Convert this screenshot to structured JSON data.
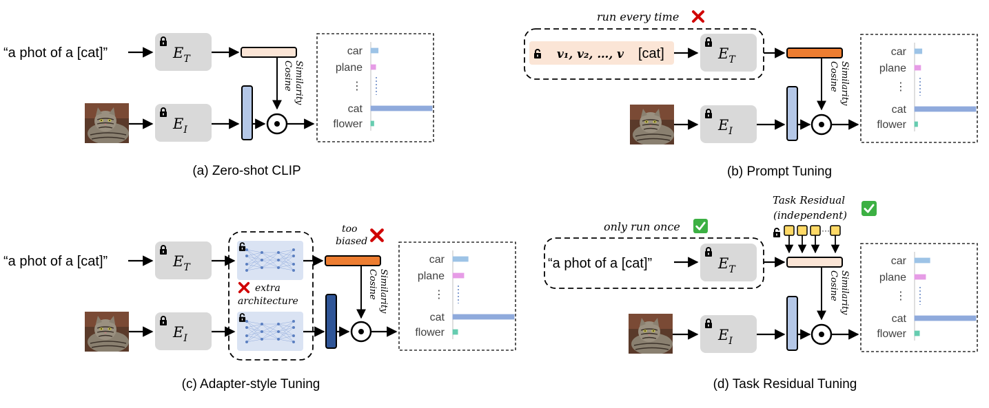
{
  "colors": {
    "encoder": "#d9d9d9",
    "feat_light": "#fbe5d6",
    "feat_orange": "#ed7d31",
    "img_feat_light": "#b4c7e7",
    "img_feat_dark": "#2f5597",
    "prompt_bg": "#fbe5d6",
    "adapter_bg": "#dae3f3",
    "residual": "#ffd966",
    "bar_car": "#9dc3e6",
    "bar_plane": "#e69ce6",
    "bar_cat": "#8faadc",
    "bar_flower": "#66ccb0",
    "cross": "#d00000",
    "check": "#3cb043"
  },
  "icons": [
    "lock-icon",
    "unlock-icon",
    "cross-icon",
    "check-icon",
    "cat-image",
    "dot-product-icon",
    "neural-network-icon"
  ],
  "panels": {
    "a": {
      "caption": "(a) Zero-shot CLIP",
      "text_input": "“a phot of a [cat]”",
      "text_encoder": "E",
      "text_encoder_sub": "T",
      "image_encoder": "E",
      "image_encoder_sub": "I",
      "cosine": "Cosine",
      "similarity": "Similarity",
      "classes": [
        "car",
        "plane",
        "⋮",
        "cat",
        "flower"
      ],
      "scores": [
        0.12,
        0.08,
        0,
        1.0,
        0.05
      ]
    },
    "b": {
      "caption": "(b) Prompt Tuning",
      "note": "run every time",
      "prompt_text": "v₁, v₂, …, v",
      "prompt_class": "[cat]",
      "text_encoder": "E",
      "text_encoder_sub": "T",
      "image_encoder": "E",
      "image_encoder_sub": "I",
      "cosine": "Cosine",
      "similarity": "Similarity",
      "classes": [
        "car",
        "plane",
        "⋮",
        "cat",
        "flower"
      ],
      "scores": [
        0.12,
        0.1,
        0,
        1.0,
        0.05
      ]
    },
    "c": {
      "caption": "(c) Adapter-style Tuning",
      "text_input": "“a phot of a [cat]”",
      "note_line1": "too",
      "note_line2": "biased",
      "extra_line1": "extra",
      "extra_line2": "architecture",
      "text_encoder": "E",
      "text_encoder_sub": "T",
      "image_encoder": "E",
      "image_encoder_sub": "I",
      "cosine": "Cosine",
      "similarity": "Similarity",
      "classes": [
        "car",
        "plane",
        "⋮",
        "cat",
        "flower"
      ],
      "scores": [
        0.25,
        0.18,
        0,
        1.0,
        0.08
      ]
    },
    "d": {
      "caption": "(d) Task Residual Tuning",
      "note": "only run once",
      "residual_line1": "Task Residual",
      "residual_line2": "(independent)",
      "text_input": "“a phot of a [cat]”",
      "text_encoder": "E",
      "text_encoder_sub": "T",
      "image_encoder": "E",
      "image_encoder_sub": "I",
      "cosine": "Cosine",
      "similarity": "Similarity",
      "classes": [
        "car",
        "plane",
        "⋮",
        "cat",
        "flower"
      ],
      "scores": [
        0.25,
        0.18,
        0,
        1.0,
        0.08
      ]
    }
  }
}
